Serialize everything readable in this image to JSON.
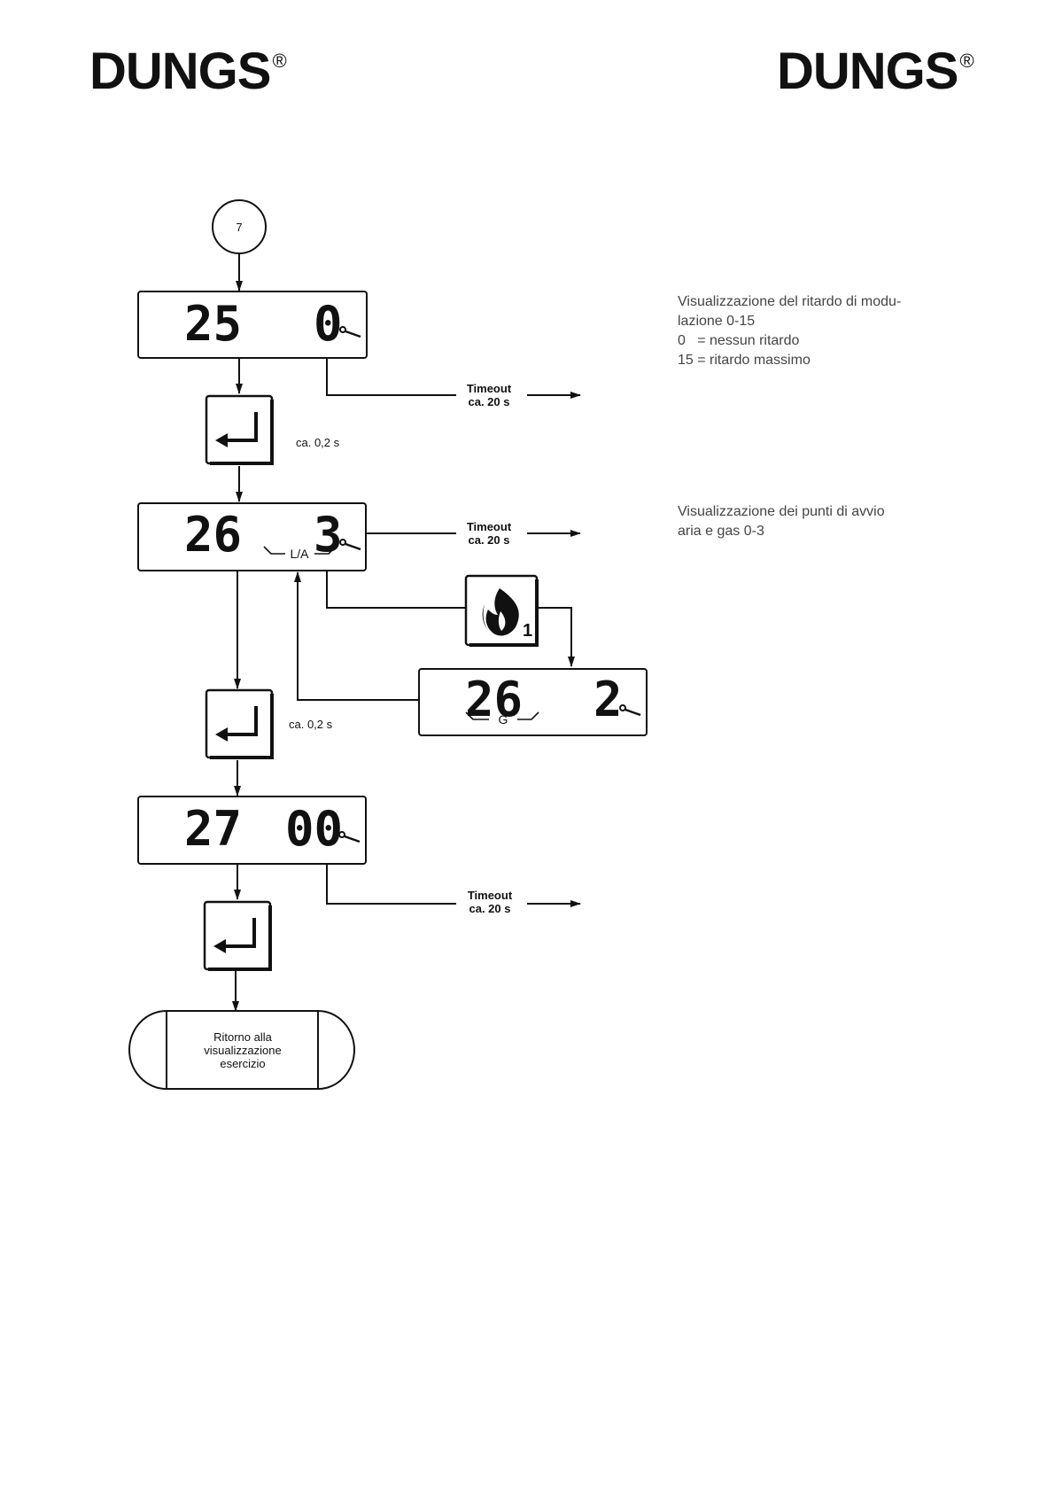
{
  "brand": {
    "name": "DUNGS",
    "mark": "®"
  },
  "connector": {
    "label": "7"
  },
  "displays": [
    {
      "left": "25",
      "right": "0",
      "sublabel": ""
    },
    {
      "left": "26",
      "right": "3",
      "sublabel": "L/A"
    },
    {
      "left": "26",
      "right": "2",
      "sublabel": "G"
    },
    {
      "left": "27",
      "right": "00",
      "sublabel": ""
    }
  ],
  "enter_delay": "ca. 0,2 s",
  "timeout": {
    "line1": "Timeout",
    "line2": "ca. 20 s"
  },
  "flame_badge": "1",
  "end_terminal": {
    "lines": [
      "Ritorno alla",
      "visualizzazione",
      "esercizio"
    ]
  },
  "descriptions": [
    {
      "lines": [
        "Visualizzazione del ritardo di modu-",
        "lazione 0-15",
        "0   = nessun ritardo",
        "15 = ritardo massimo"
      ]
    },
    {
      "lines": [
        "Visualizzazione dei punti di avvio",
        "aria e gas 0-3"
      ]
    }
  ]
}
